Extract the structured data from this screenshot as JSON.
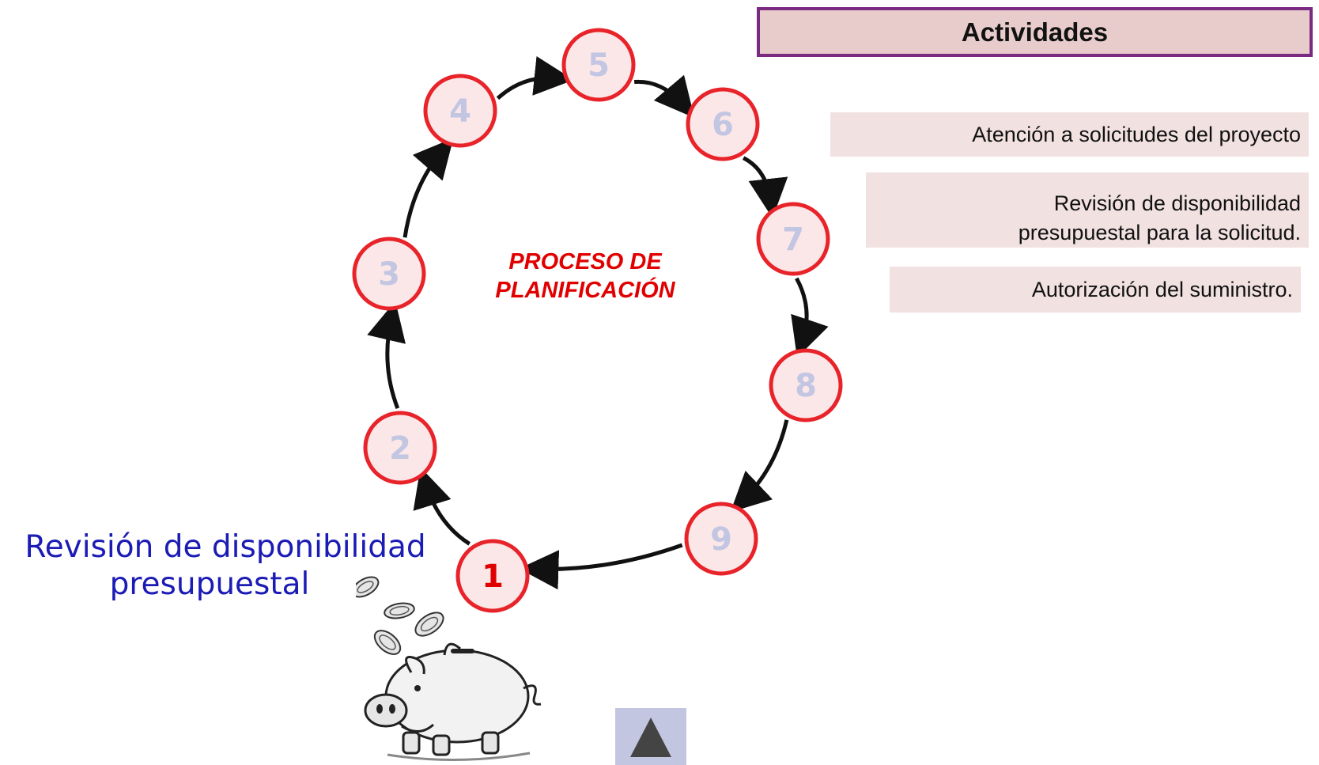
{
  "diagram": {
    "center_title_line1": "PROCESO DE",
    "center_title_line2": "PLANIFICACIÓN",
    "nodes": [
      {
        "label": "1",
        "active": true
      },
      {
        "label": "2",
        "active": false
      },
      {
        "label": "3",
        "active": false
      },
      {
        "label": "4",
        "active": false
      },
      {
        "label": "5",
        "active": false
      },
      {
        "label": "6",
        "active": false
      },
      {
        "label": "7",
        "active": false
      },
      {
        "label": "8",
        "active": false
      },
      {
        "label": "9",
        "active": false
      }
    ],
    "side_label_line1": "Revisión de disponibilidad",
    "side_label_line2": "presupuestal",
    "image": "piggy-bank-with-coins"
  },
  "activities": {
    "header": "Actividades",
    "items": [
      {
        "line1": "Atención a solicitudes del proyecto"
      },
      {
        "line1": "Revisión de disponibilidad",
        "line2": "presupuestal para la solicitud."
      },
      {
        "line1": "Autorización del suministro."
      }
    ]
  },
  "nav": {
    "up_icon": "triangle-up-icon"
  },
  "colors": {
    "node_border": "#e8232a",
    "node_fill": "#fbe7e7",
    "node_number_inactive": "#c2c6e2",
    "node_number_active": "#e10000",
    "title_red": "#e10000",
    "header_border": "#7b2a82",
    "header_fill": "#e8cccc",
    "activity_fill": "#f1e1e1",
    "side_label_blue": "#1b1bb5",
    "up_button": "#c3c6e0"
  }
}
